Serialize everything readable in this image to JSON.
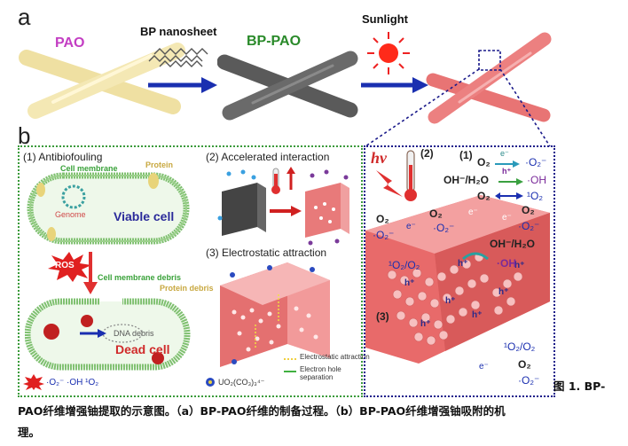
{
  "panel_a": {
    "letter": "a",
    "pao_label": "PAO",
    "bp_nanosheet_label": "BP nanosheet",
    "bp_pao_label": "BP-PAO",
    "sunlight_label": "Sunlight"
  },
  "panel_b": {
    "letter": "b",
    "sec1": "(1) Antibiofouling",
    "cell_membrane": "Cell membrane",
    "protein": "Protein",
    "genome": "Genome",
    "viable_cell": "Viable cell",
    "ros": "ROS",
    "cell_membrane_debris": "Cell membrane debris",
    "protein_debris": "Protein debris",
    "dna_debris": "DNA debris",
    "dead_cell": "Dead cell",
    "legend_ros": "·O₂⁻  ·OH  ¹O₂",
    "sec2": "(2) Accelerated  interaction",
    "sec3": "(3) Electrostatic attraction",
    "legend_uranyl": "UO₂(CO₃)₃⁴⁻",
    "legend_electrostatic": "Electrostatic attraction",
    "legend_separation": "Electron hole separation",
    "hv": "hν",
    "label2": "(2)",
    "label1": "(1)",
    "label3": "(3)",
    "right_eq1_left": "O₂",
    "right_eq1_right": "·O₂⁻",
    "right_eq2_left": "OH⁻/H₂O",
    "right_eq2_right": "·OH",
    "right_eq3_left": "O₂",
    "right_eq3_right": "¹O₂",
    "e_minus": "e⁻",
    "h_plus": "h⁺",
    "singlet_pair": "¹O₂/O₂",
    "o2": "O₂",
    "o2_radical": "·O₂⁻",
    "oh_h2o": "OH⁻/H₂O",
    "oh_radical": "·OH"
  },
  "caption": {
    "line1": "图 1. BP-",
    "line2": "PAO纤维增强铀提取的示意图。（a）BP-PAO纤维的制备过程。（b）BP-PAO纤维增强铀吸附的机",
    "line3": "理。"
  },
  "colors": {
    "pao": "#f2e4a6",
    "bp_pao": "#5a5a5a",
    "sunlit": "#e87474",
    "arrow_blue": "#1a2fb0",
    "green_box": "#3a9a3a",
    "navy_box": "#1a1a8a"
  }
}
